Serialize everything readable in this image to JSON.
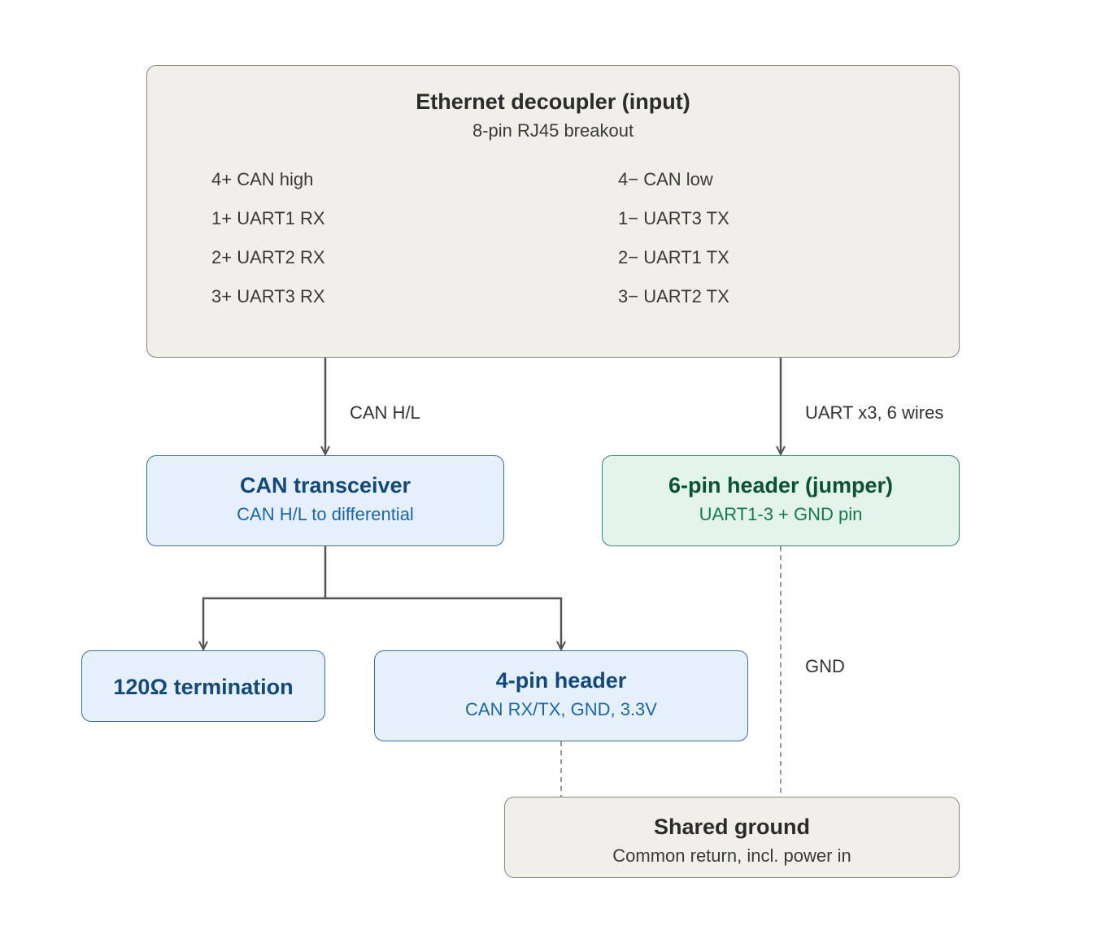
{
  "decoupler": {
    "title": "Ethernet decoupler (input)",
    "subtitle": "8-pin RJ45 breakout",
    "pins_left": [
      "4+ CAN high",
      "1+ UART1 RX",
      "2+ UART2 RX",
      "3+ UART3 RX"
    ],
    "pins_right": [
      "4− CAN low",
      "1− UART3 TX",
      "2− UART1 TX",
      "3− UART2 TX"
    ]
  },
  "can_transceiver": {
    "title": "CAN transceiver",
    "subtitle": "CAN H/L to differential"
  },
  "six_pin_header": {
    "title": "6-pin header (jumper)",
    "subtitle": "UART1-3 + GND pin"
  },
  "termination": {
    "title": "120Ω termination"
  },
  "four_pin_header": {
    "title": "4-pin header",
    "subtitle": "CAN RX/TX, GND, 3.3V"
  },
  "shared_ground": {
    "title": "Shared ground",
    "subtitle": "Common return, incl. power in"
  },
  "edges": {
    "can_label": "CAN H/L",
    "uart_label": "UART x3, 6 wires",
    "gnd_label": "GND"
  },
  "colors": {
    "neutral_fill": "#f1efe9",
    "blue_fill": "#e6f0fa",
    "green_fill": "#e2f4ec",
    "wire": "#555555"
  }
}
